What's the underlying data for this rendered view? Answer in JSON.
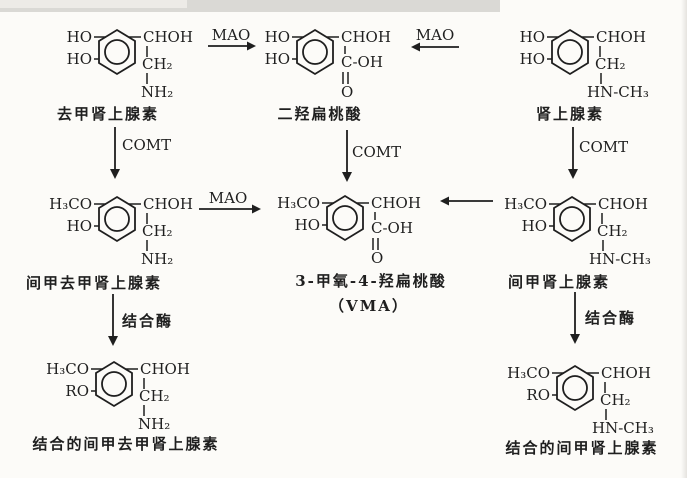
{
  "colors": {
    "background": "#fcfbf8",
    "ink": "#1f1f1f"
  },
  "enzymes": {
    "mao_top_left": "MAO",
    "mao_top_right": "MAO",
    "mao_mid": "MAO",
    "comt_left": "COMT",
    "comt_mid": "COMT",
    "comt_right": "COMT",
    "conjugase_left": "结合酶",
    "conjugase_right": "结合酶"
  },
  "compounds": {
    "norepinephrine": {
      "name": "去甲肾上腺素",
      "sub1": "HO",
      "sub2": "HO",
      "chain1": "CHOH",
      "chain2": "CH₂",
      "chain3": "NH₂"
    },
    "dhma": {
      "name": "二羟扁桃酸",
      "sub1": "HO",
      "sub2": "HO",
      "chain1": "CHOH",
      "chain2": "C-OH",
      "chain3": "O"
    },
    "epinephrine": {
      "name": "肾上腺素",
      "sub1": "HO",
      "sub2": "HO",
      "chain1": "CHOH",
      "chain2": "CH₂",
      "chain3": "HN-CH₃"
    },
    "normetanephrine": {
      "name": "间甲去甲肾上腺素",
      "sub1": "H₃CO",
      "sub2": "HO",
      "chain1": "CHOH",
      "chain2": "CH₂",
      "chain3": "NH₂"
    },
    "vma": {
      "name": "3-甲氧-4-羟扁桃酸",
      "name2": "（VMA）",
      "sub1": "H₃CO",
      "sub2": "HO",
      "chain1": "CHOH",
      "chain2": "C-OH",
      "chain3": "O"
    },
    "metanephrine": {
      "name": "间甲肾上腺素",
      "sub1": "H₃CO",
      "sub2": "HO",
      "chain1": "CHOH",
      "chain2": "CH₂",
      "chain3": "HN-CH₃"
    },
    "conj_normetanephrine": {
      "name": "结合的间甲去甲肾上腺素",
      "sub1": "H₃CO",
      "sub2": "RO",
      "chain1": "CHOH",
      "chain2": "CH₂",
      "chain3": "NH₂"
    },
    "conj_metanephrine": {
      "name": "结合的间甲肾上腺素",
      "sub1": "H₃CO",
      "sub2": "RO",
      "chain1": "CHOH",
      "chain2": "CH₂",
      "chain3": "HN-CH₃"
    }
  }
}
